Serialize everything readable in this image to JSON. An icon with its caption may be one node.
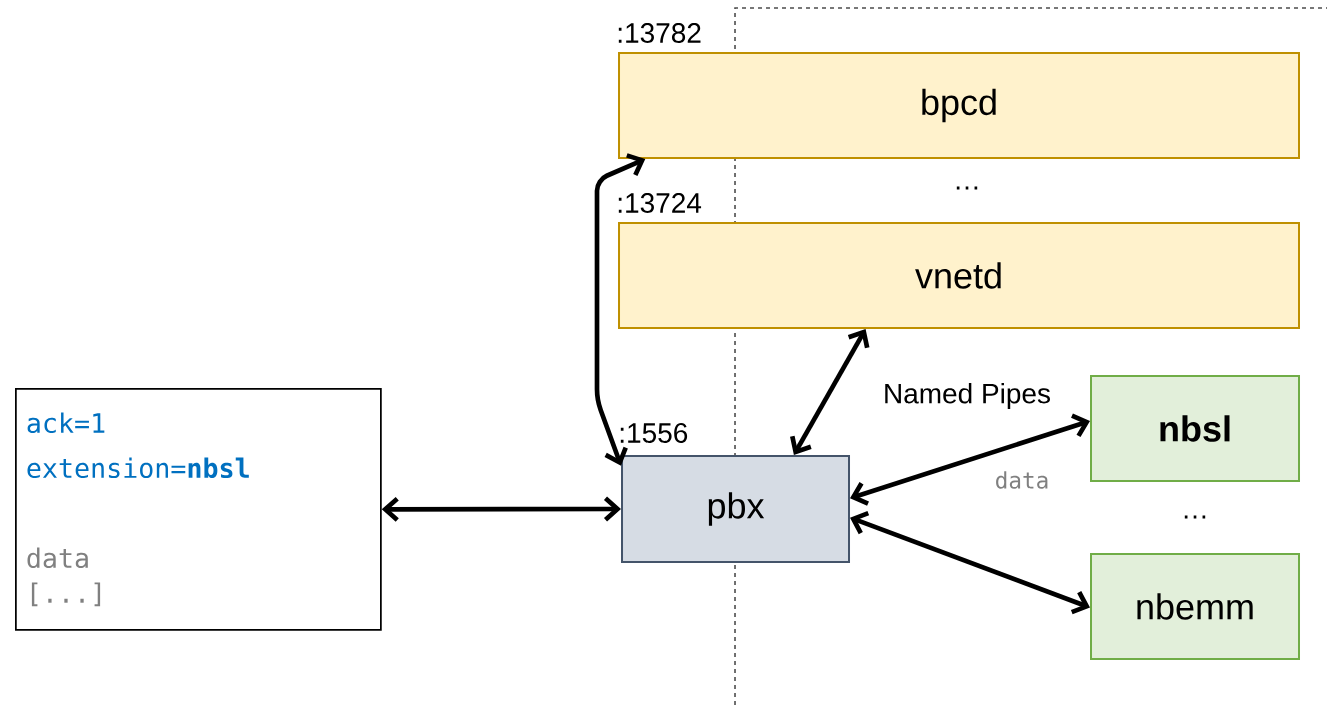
{
  "diagram": {
    "nodes": [
      {
        "text": [
          "ack=1",
          "extension=**nbsl**",
          "data",
          "[...]"
        ]
      },
      {
        "text": [
          "pbx"
        ],
        "beside": [
          ":1556"
        ]
      },
      {
        "text": [
          "bpcd"
        ],
        "beside": [
          ":13782"
        ]
      },
      {
        "text": [
          "vnetd"
        ],
        "beside": [
          ":13724"
        ]
      },
      {
        "text": [
          "nbsl"
        ]
      },
      {
        "text": [
          "nbemm"
        ]
      }
    ],
    "edges": [
      {
        "from": 0,
        "to": 1,
        "arrow": "both"
      },
      {
        "from": 1,
        "to": 2,
        "arrow": "both"
      },
      {
        "from": 1,
        "to": 3,
        "arrow": "both"
      },
      {
        "from": 1,
        "to": 4,
        "arrow": "both",
        "label": "data"
      },
      {
        "from": 1,
        "to": 5,
        "arrow": "both"
      }
    ],
    "labels": [
      "…",
      "Named Pipes",
      "…"
    ]
  }
}
